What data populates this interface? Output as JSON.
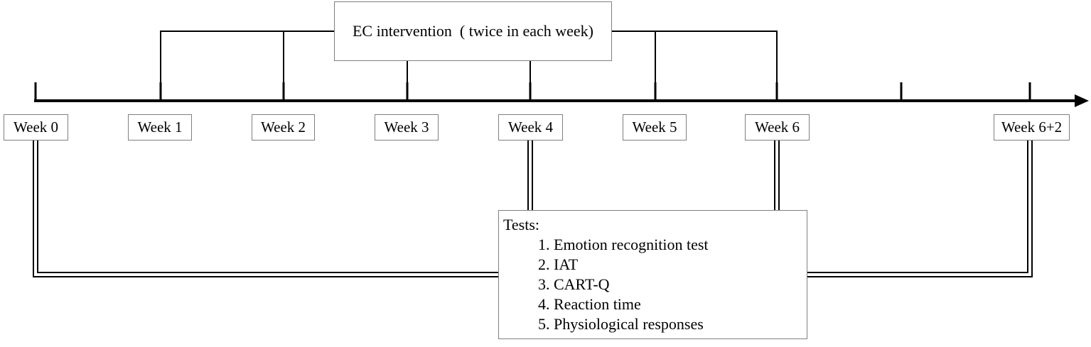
{
  "weeks": [
    {
      "label": "Week 0"
    },
    {
      "label": "Week 1"
    },
    {
      "label": "Week 2"
    },
    {
      "label": "Week 3"
    },
    {
      "label": "Week 4"
    },
    {
      "label": "Week 5"
    },
    {
      "label": "Week 6"
    },
    {
      "label": "Week 6+2"
    }
  ],
  "intervention": {
    "label": "EC intervention  ( twice in each week)"
  },
  "tests": {
    "title": "Tests:",
    "items": [
      "1. Emotion recognition test",
      "2. IAT",
      "3. CART-Q",
      "4. Reaction time",
      "5. Physiological responses"
    ]
  }
}
